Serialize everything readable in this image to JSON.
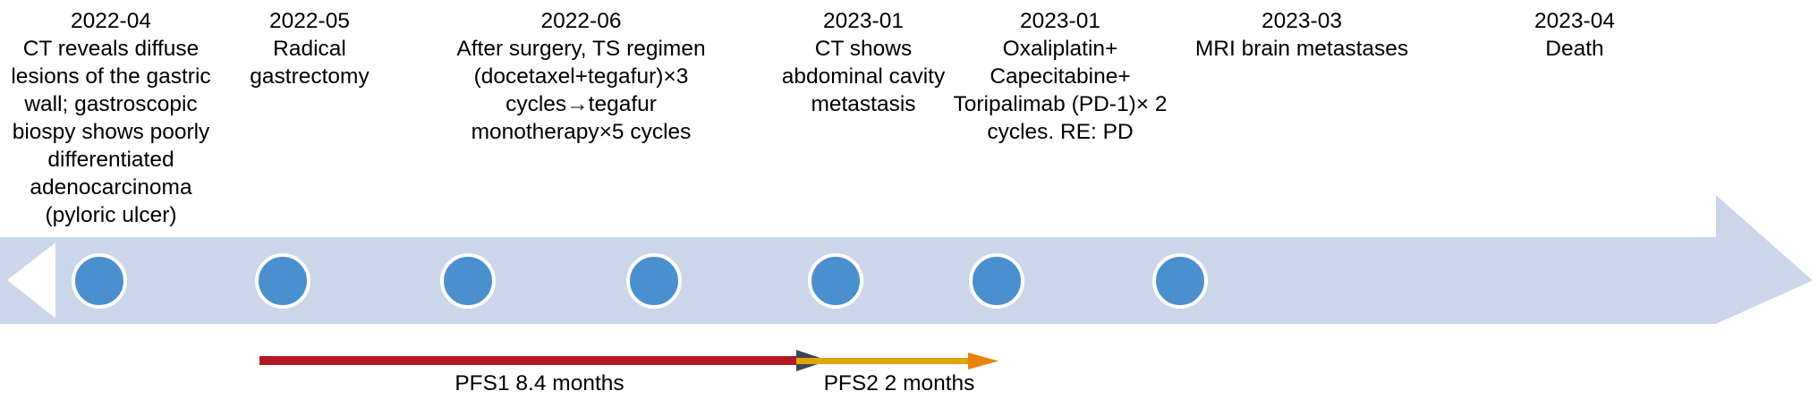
{
  "figure": {
    "type": "clinical-timeline",
    "colors": {
      "band_fill": "#ccd6ea",
      "milestone_fill": "#4a90ce",
      "milestone_ring": "#ffffff",
      "pfs1_line": "#b01924",
      "pfs1_head": "#3d4654",
      "pfs2_line": "#e0a409",
      "pfs2_head": "#e8820c",
      "text": "#000000"
    }
  },
  "events": [
    {
      "date": "2022-04",
      "description": "CT reveals diffuse lesions of the gastric wall; gastroscopic biospy shows poorly differentiated adenocarcinoma (pyloric ulcer)"
    },
    {
      "date": "2022-05",
      "description": "Radical gastrectomy"
    },
    {
      "date": "2022-06",
      "description": "After surgery, TS regimen (docetaxel+tegafur)×3 cycles→tegafur monotherapy×5 cycles"
    },
    {
      "date": "2023-01",
      "description": "CT shows abdominal cavity metastasis"
    },
    {
      "date": "2023-01",
      "description": "Oxaliplatin+ Capecitabine+ Toripalimab (PD-1)× 2 cycles. RE: PD"
    },
    {
      "date": "2023-03",
      "description": "MRI brain metastases"
    },
    {
      "date": "2023-04",
      "description": "Death"
    }
  ],
  "pfs": [
    {
      "label": "PFS1  8.4 months"
    },
    {
      "label": "PFS2 2 months"
    }
  ]
}
